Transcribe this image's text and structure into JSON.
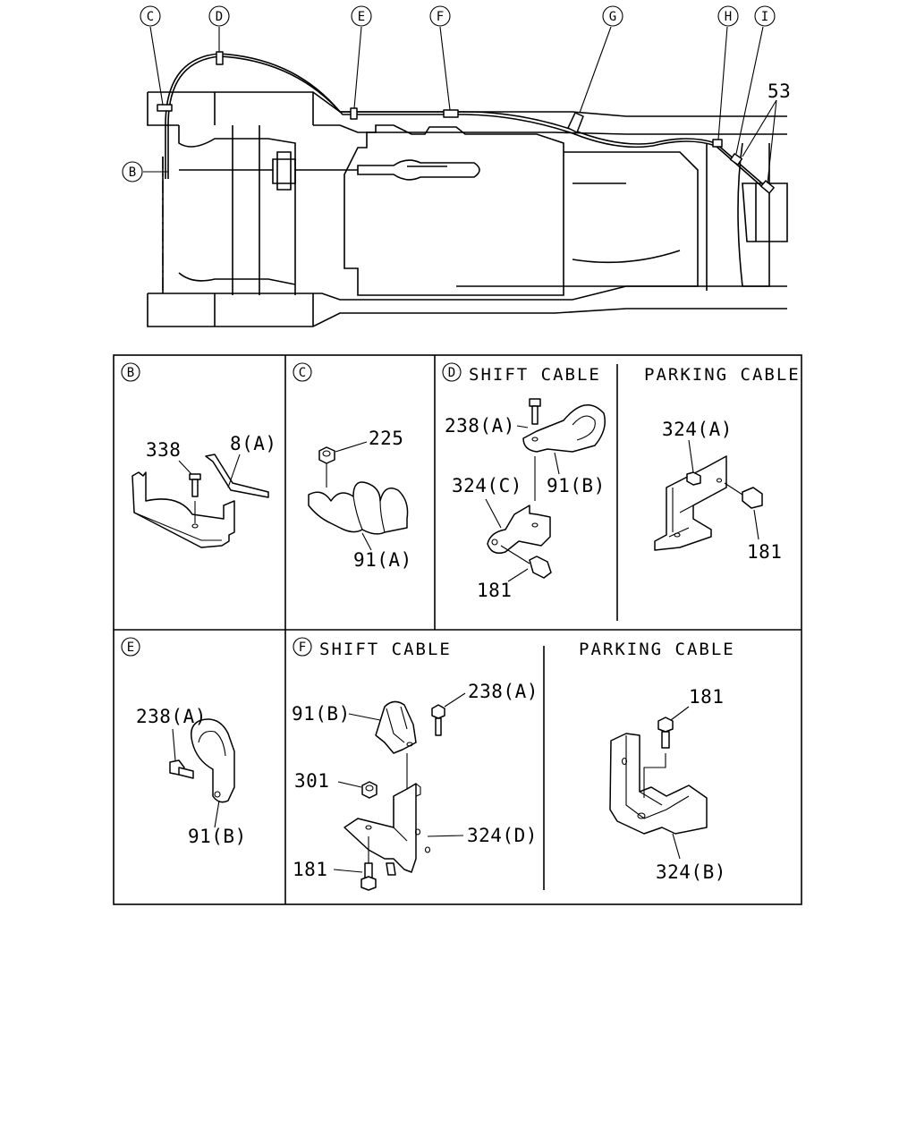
{
  "overview": {
    "callouts": [
      "C",
      "D",
      "E",
      "F",
      "G",
      "H",
      "I",
      "B"
    ],
    "part_53": "53"
  },
  "panel_b": {
    "letter": "B",
    "labels": [
      "338",
      "8(A)"
    ]
  },
  "panel_c": {
    "letter": "C",
    "labels": [
      "225",
      "91(A)"
    ]
  },
  "panel_d": {
    "letter": "D",
    "shift_title": "SHIFT CABLE",
    "parking_title": "PARKING CABLE",
    "shift_labels": [
      "238(A)",
      "91(B)",
      "324(C)",
      "181"
    ],
    "parking_labels": [
      "324(A)",
      "181"
    ]
  },
  "panel_e": {
    "letter": "E",
    "labels": [
      "238(A)",
      "91(B)"
    ]
  },
  "panel_f": {
    "letter": "F",
    "shift_title": "SHIFT CABLE",
    "parking_title": "PARKING CABLE",
    "shift_labels": [
      "238(A)",
      "91(B)",
      "301",
      "324(D)",
      "181"
    ],
    "parking_labels": [
      "181",
      "324(B)"
    ]
  }
}
